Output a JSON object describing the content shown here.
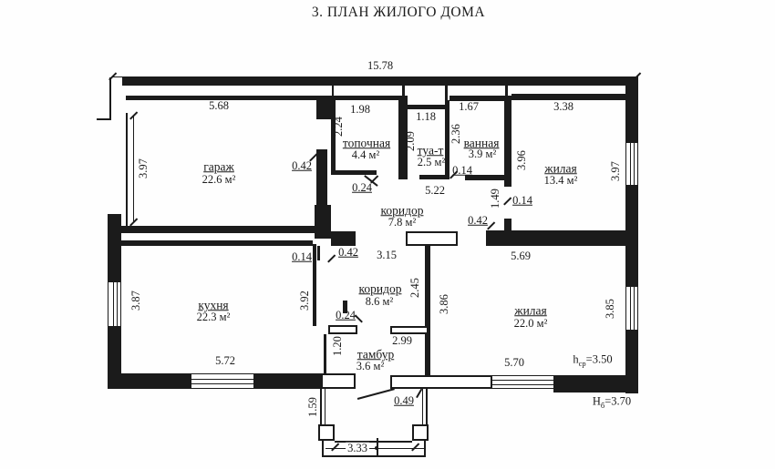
{
  "title": "3. ПЛАН ЖИЛОГО ДОМА",
  "rooms": [
    {
      "name": "гараж",
      "area": "22.6 м²"
    },
    {
      "name": "топочная",
      "area": "4.4 м²"
    },
    {
      "name": "туа-т",
      "area": "2.5 м²"
    },
    {
      "name": "ванная",
      "area": "3.9 м²"
    },
    {
      "name": "жилая",
      "area": "13.4 м²"
    },
    {
      "name": "коридор",
      "area": "7.8 м²"
    },
    {
      "name": "кухня",
      "area": "22.3 м²"
    },
    {
      "name": "коридор",
      "area": "8.6 м²"
    },
    {
      "name": "жилая",
      "area": "22.0 м²"
    },
    {
      "name": "тамбур",
      "area": "3.6 м²"
    }
  ],
  "dims": {
    "overall_top": "15.78",
    "garage_top": "5.68",
    "boiler_top": "1.98",
    "wc_top": "1.18",
    "bath_top": "1.67",
    "living1_top": "3.38",
    "garage_left": "3.97",
    "boiler_left": "2.24",
    "wc_left": "2.09",
    "bath_left": "2.36",
    "living1_left": "3.96",
    "living1_right": "3.97",
    "garage_door": "0.42",
    "boiler_door": "0.24",
    "wc_bottom": "5.22",
    "bath_pier": "0.14",
    "hall1_pier": "1.49",
    "hall1_pier2": "0.14",
    "living2_pier": "0.42",
    "hall1_width": "3.15",
    "living2_top": "5.69",
    "kitchen_door": "0.42",
    "kitchen_wall": "0.14",
    "kitchen_left": "3.87",
    "kitchen_right": "3.92",
    "kitchen_bottom": "5.72",
    "hall2_height": "2.45",
    "living2_left": "3.86",
    "tambour_wall": "0.24",
    "tambour_depth": "1.20",
    "tambour_width": "2.99",
    "living2_bottom": "5.70",
    "living2_right": "3.85",
    "porch_left": "1.59",
    "entry_door": "0.49",
    "porch_width": "3.33"
  },
  "heights": {
    "ceiling": {
      "sym": "h",
      "sub": "ср",
      "val": "=3.50"
    },
    "building": {
      "sym": "Н",
      "sub": "б",
      "val": "=3.70"
    }
  }
}
